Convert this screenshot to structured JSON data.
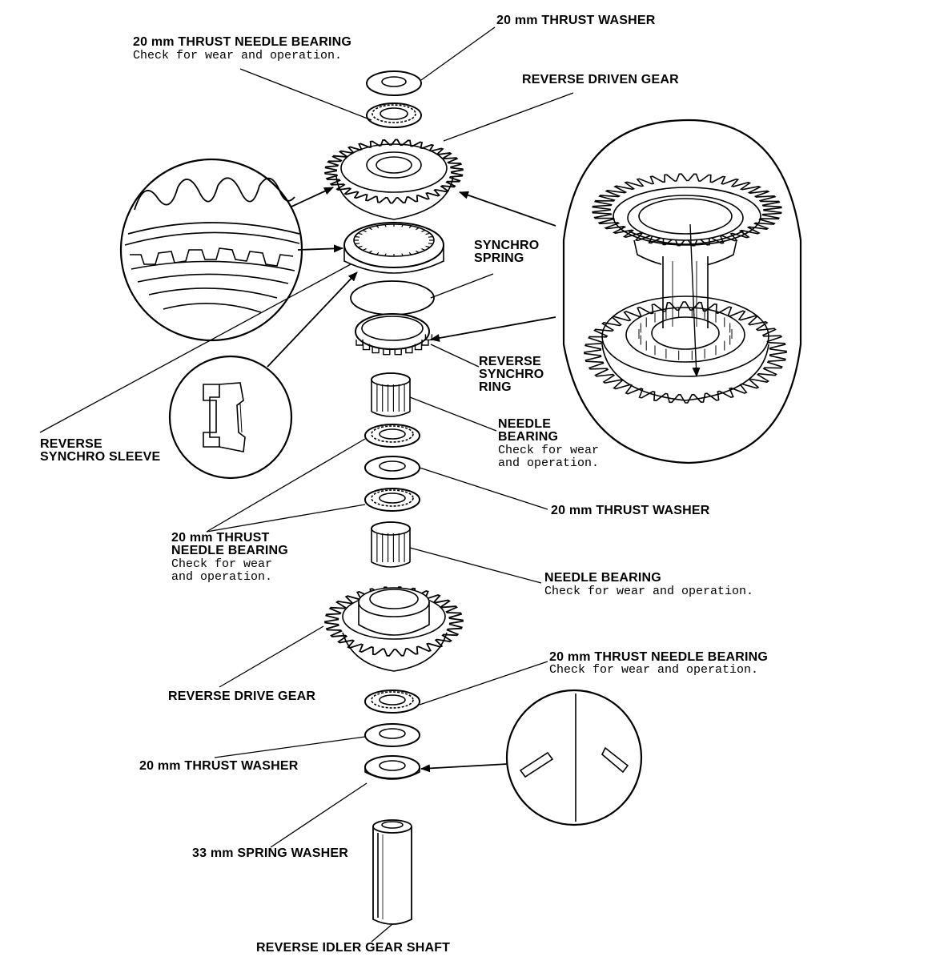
{
  "labels": {
    "thrust_washer_top": "20 mm THRUST WASHER",
    "thrust_needle_bearing_top": "20 mm THRUST NEEDLE BEARING",
    "thrust_needle_bearing_top_note": "Check for wear and operation.",
    "reverse_driven_gear": "REVERSE DRIVEN GEAR",
    "synchro_spring_1": "SYNCHRO",
    "synchro_spring_2": "SPRING",
    "reverse_synchro_ring_1": "REVERSE",
    "reverse_synchro_ring_2": "SYNCHRO",
    "reverse_synchro_ring_3": "RING",
    "needle_bearing_mid_1": "NEEDLE",
    "needle_bearing_mid_2": "BEARING",
    "needle_bearing_mid_note_1": "Check for wear",
    "needle_bearing_mid_note_2": "and operation.",
    "thrust_washer_mid": "20 mm THRUST WASHER",
    "reverse_synchro_sleeve_1": "REVERSE",
    "reverse_synchro_sleeve_2": "SYNCHRO SLEEVE",
    "thrust_needle_bearing_mid_1": "20 mm THRUST",
    "thrust_needle_bearing_mid_2": "NEEDLE BEARING",
    "thrust_needle_bearing_mid_note_1": "Check for wear",
    "thrust_needle_bearing_mid_note_2": "and operation.",
    "needle_bearing_low": "NEEDLE BEARING",
    "needle_bearing_low_note": "Check for wear and operation.",
    "thrust_needle_bearing_low": "20 mm THRUST NEEDLE BEARING",
    "thrust_needle_bearing_low_note": "Check for wear and operation.",
    "reverse_drive_gear": "REVERSE DRIVE GEAR",
    "thrust_washer_low": "20 mm THRUST WASHER",
    "spring_washer": "33 mm SPRING WASHER",
    "idler_gear_shaft": "REVERSE IDLER GEAR SHAFT"
  }
}
